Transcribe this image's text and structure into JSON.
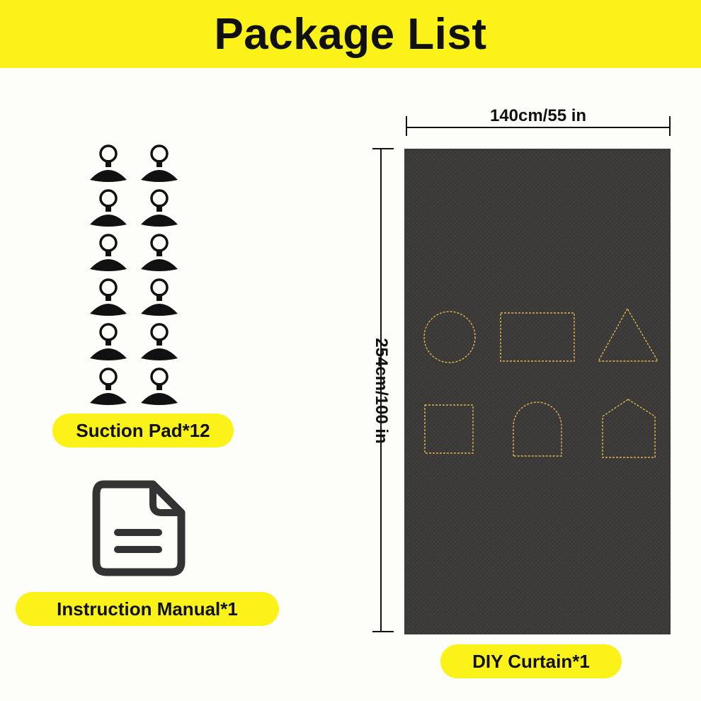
{
  "header": {
    "title": "Package List"
  },
  "suction_pads": {
    "label": "Suction Pad*12",
    "count": 12,
    "icon": "suction-cup-icon",
    "color": "#111111"
  },
  "manual": {
    "label": "Instruction Manual*1",
    "icon": "document-icon"
  },
  "curtain": {
    "label": "DIY Curtain*1",
    "width_label": "140cm/55 in",
    "height_label": "254cm/100 in",
    "color": "#3a3938",
    "stitch_color": "#e0b34a",
    "shapes": [
      "circle",
      "rectangle",
      "triangle",
      "square",
      "arch",
      "pentagon"
    ]
  },
  "colors": {
    "accent": "#fbf219",
    "text": "#111111"
  }
}
